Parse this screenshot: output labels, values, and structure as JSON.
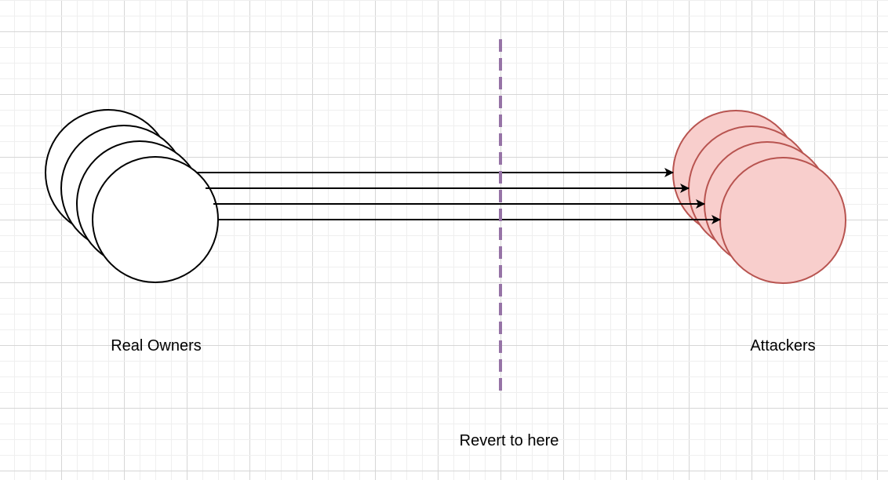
{
  "diagram": {
    "left_group": {
      "label": "Real Owners",
      "count": 4
    },
    "right_group": {
      "label": "Attackers",
      "count": 4
    },
    "divider": {
      "label": "Revert to here"
    },
    "arrows": 4
  },
  "colors": {
    "owner_fill": "#FFFFFF",
    "owner_stroke": "#000000",
    "attacker_fill": "#F8CECC",
    "attacker_stroke": "#B85450",
    "divider": "#9673A6",
    "grid_minor": "#EFEFEF",
    "grid_major": "#D6D6D6"
  }
}
